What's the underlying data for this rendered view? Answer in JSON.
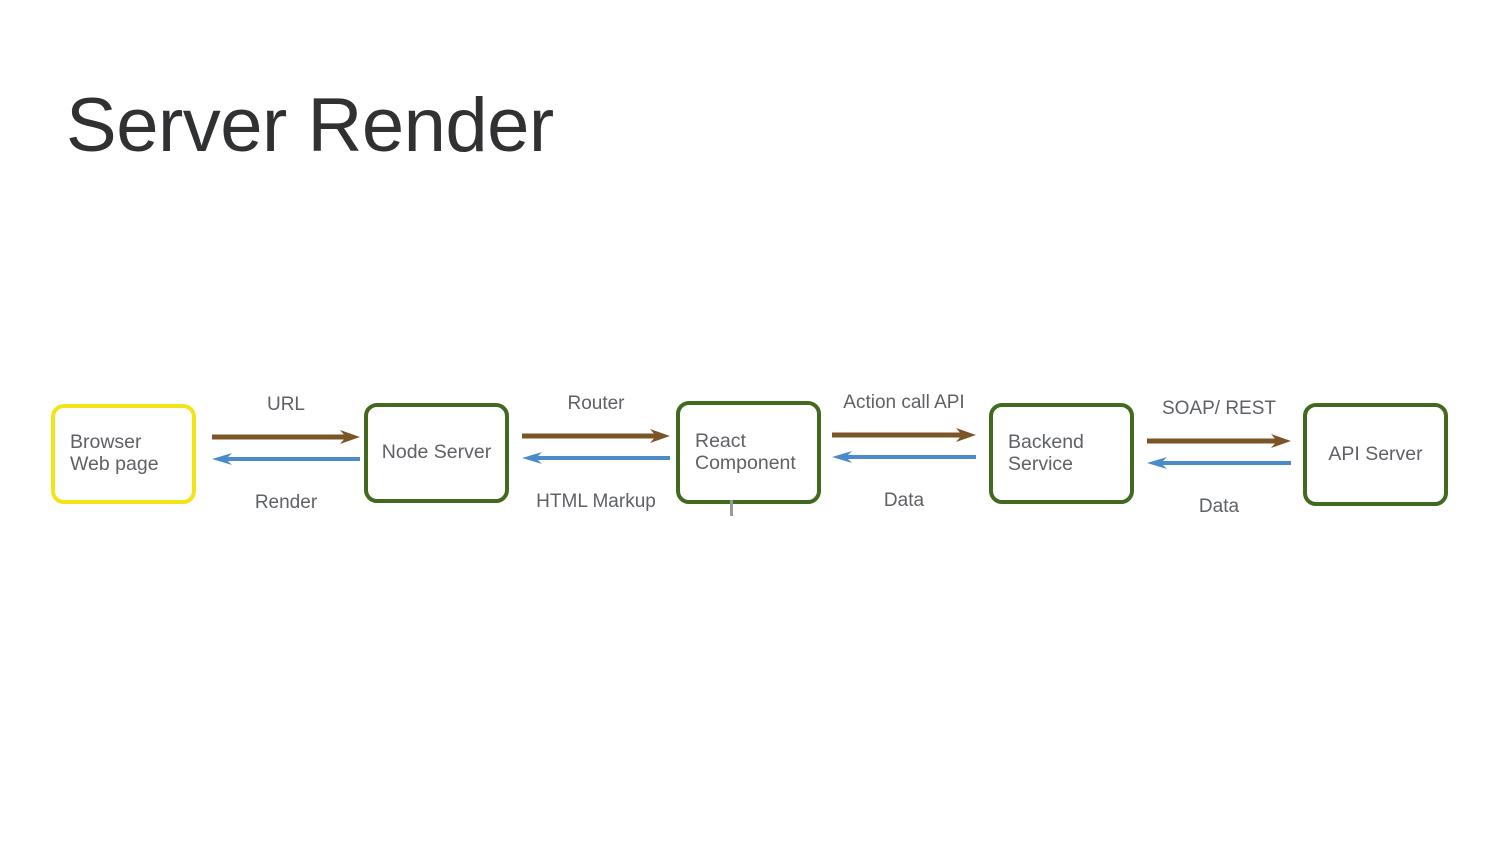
{
  "slide": {
    "title": "Server Render",
    "background_color": "#FFFFFF",
    "title_color": "#2F3133"
  },
  "palette": {
    "forward_arrow_color": "#7B5427",
    "backward_arrow_color": "#4A8CCB",
    "green_border": "#41691F",
    "yellow_border": "#F3E418",
    "text_gray": "#5E6166"
  },
  "diagram": {
    "type": "flow-diagram",
    "orientation": "left-to-right",
    "nodes": [
      {
        "id": "browser",
        "label": "Browser\nWeb page",
        "border_color": "#F3E418",
        "align": "left"
      },
      {
        "id": "node-server",
        "label": "Node Server",
        "border_color": "#41691F",
        "align": "center"
      },
      {
        "id": "react-component",
        "label": "React\nComponent",
        "border_color": "#41691F",
        "align": "left"
      },
      {
        "id": "backend-service",
        "label": "Backend\nService",
        "border_color": "#41691F",
        "align": "left"
      },
      {
        "id": "api-server",
        "label": "API  Server",
        "border_color": "#41691F",
        "align": "center"
      }
    ],
    "connectors": [
      {
        "id": "browser-node",
        "from": "browser",
        "to": "node-server",
        "forward_label": "URL",
        "backward_label": "Render"
      },
      {
        "id": "node-react",
        "from": "node-server",
        "to": "react-component",
        "forward_label": "Router",
        "backward_label": "HTML Markup"
      },
      {
        "id": "react-backend",
        "from": "react-component",
        "to": "backend-service",
        "forward_label": "Action call API",
        "backward_label": "Data"
      },
      {
        "id": "backend-api",
        "from": "backend-service",
        "to": "api-server",
        "forward_label": "SOAP/ REST",
        "backward_label": "Data"
      }
    ]
  }
}
